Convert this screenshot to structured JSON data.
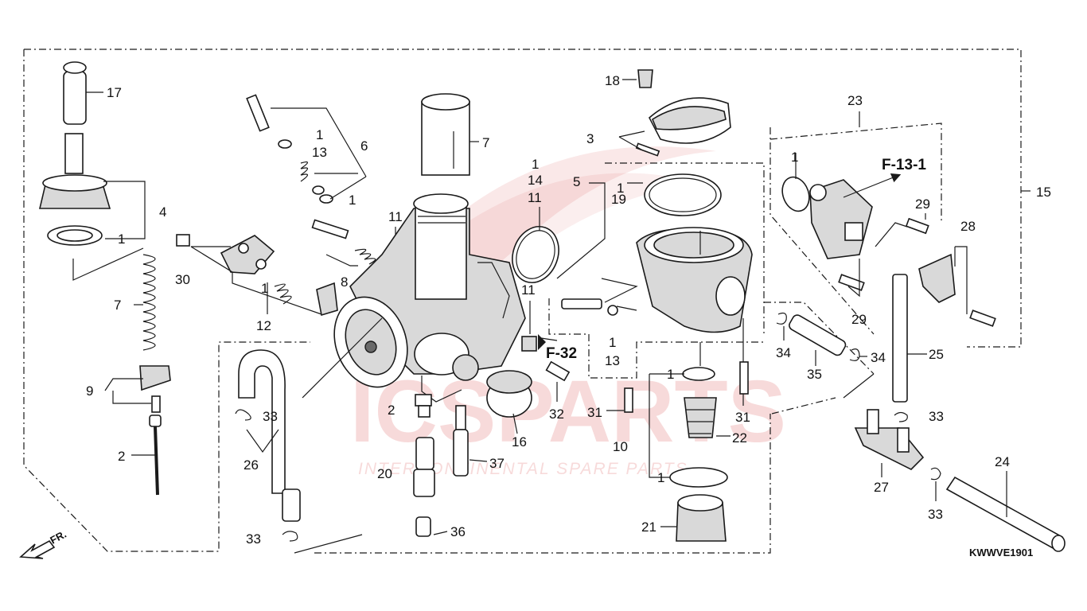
{
  "diagram": {
    "code": "KWWVE1901",
    "direction_label": "FR.",
    "refs": [
      "F-13-1",
      "F-32"
    ],
    "watermark": {
      "brand": "ICSPARTS",
      "tagline": "INTERCONTINENTAL SPARE PARTS"
    },
    "callouts": [
      {
        "id": "c17",
        "text": "17"
      },
      {
        "id": "c4",
        "text": "4"
      },
      {
        "id": "c1a",
        "text": "1"
      },
      {
        "id": "c7a",
        "text": "7"
      },
      {
        "id": "c9",
        "text": "9"
      },
      {
        "id": "c2a",
        "text": "2"
      },
      {
        "id": "c30",
        "text": "30"
      },
      {
        "id": "c12",
        "text": "12"
      },
      {
        "id": "c1b",
        "text": "1"
      },
      {
        "id": "c1c",
        "text": "1"
      },
      {
        "id": "c13a",
        "text": "13"
      },
      {
        "id": "c6",
        "text": "6"
      },
      {
        "id": "c1d",
        "text": "1"
      },
      {
        "id": "c8",
        "text": "8"
      },
      {
        "id": "c7b",
        "text": "7"
      },
      {
        "id": "c1e",
        "text": "1"
      },
      {
        "id": "c11a",
        "text": "11"
      },
      {
        "id": "c14",
        "text": "14"
      },
      {
        "id": "c11b",
        "text": "11"
      },
      {
        "id": "c11c",
        "text": "11"
      },
      {
        "id": "c33a",
        "text": "33"
      },
      {
        "id": "c26",
        "text": "26"
      },
      {
        "id": "c33b",
        "text": "33"
      },
      {
        "id": "c2b",
        "text": "2"
      },
      {
        "id": "c20",
        "text": "20"
      },
      {
        "id": "c37",
        "text": "37"
      },
      {
        "id": "c36",
        "text": "36"
      },
      {
        "id": "c16",
        "text": "16"
      },
      {
        "id": "c32",
        "text": "32"
      },
      {
        "id": "c18",
        "text": "18"
      },
      {
        "id": "c3",
        "text": "3"
      },
      {
        "id": "c5",
        "text": "5"
      },
      {
        "id": "c1f",
        "text": "1"
      },
      {
        "id": "c19",
        "text": "19"
      },
      {
        "id": "c1g",
        "text": "1"
      },
      {
        "id": "c13b",
        "text": "13"
      },
      {
        "id": "c1h",
        "text": "1"
      },
      {
        "id": "c31a",
        "text": "31"
      },
      {
        "id": "c31b",
        "text": "31"
      },
      {
        "id": "c22",
        "text": "22"
      },
      {
        "id": "c10",
        "text": "10"
      },
      {
        "id": "c1i",
        "text": "1"
      },
      {
        "id": "c21",
        "text": "21"
      },
      {
        "id": "c23",
        "text": "23"
      },
      {
        "id": "c1j",
        "text": "1"
      },
      {
        "id": "c29a",
        "text": "29"
      },
      {
        "id": "c28",
        "text": "28"
      },
      {
        "id": "c29b",
        "text": "29"
      },
      {
        "id": "c15",
        "text": "15"
      },
      {
        "id": "c34a",
        "text": "34"
      },
      {
        "id": "c35",
        "text": "35"
      },
      {
        "id": "c34b",
        "text": "34"
      },
      {
        "id": "c25",
        "text": "25"
      },
      {
        "id": "c33c",
        "text": "33"
      },
      {
        "id": "c27",
        "text": "27"
      },
      {
        "id": "c33d",
        "text": "33"
      },
      {
        "id": "c24",
        "text": "24"
      }
    ]
  }
}
